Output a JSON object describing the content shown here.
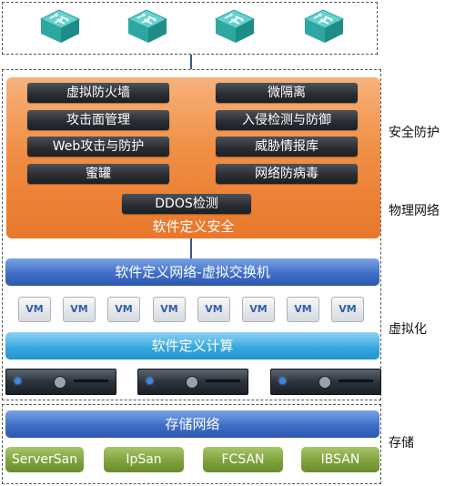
{
  "switches": [
    "switch-icon",
    "switch-icon",
    "switch-icon",
    "switch-icon"
  ],
  "security": {
    "items_left": [
      "虚拟防火墙",
      "攻击面管理",
      "Web攻击与防护",
      "蜜罐"
    ],
    "items_right": [
      "微隔离",
      "入侵检测与防御",
      "威胁情报库",
      "网络防病毒"
    ],
    "ddos": "DDOS检测",
    "label": "软件定义安全"
  },
  "network_bar": "软件定义网络-虚拟交换机",
  "vms": [
    "VM",
    "VM",
    "VM",
    "VM",
    "VM",
    "VM",
    "VM",
    "VM"
  ],
  "compute_bar": "软件定义计算",
  "storage_bar": "存储网络",
  "storage_items": [
    "ServerSan",
    "IpSan",
    "FCSAN",
    "IBSAN"
  ],
  "side_labels": {
    "security": "安全防护",
    "physical": "物理网络",
    "virtual": "虚拟化",
    "storage": "存储"
  },
  "colors": {
    "orange": "#f08f45",
    "blue": "#3f6fc8",
    "light_blue": "#3aa8df",
    "green": "#7fa33d",
    "pill_dark": "#2b2f35"
  }
}
